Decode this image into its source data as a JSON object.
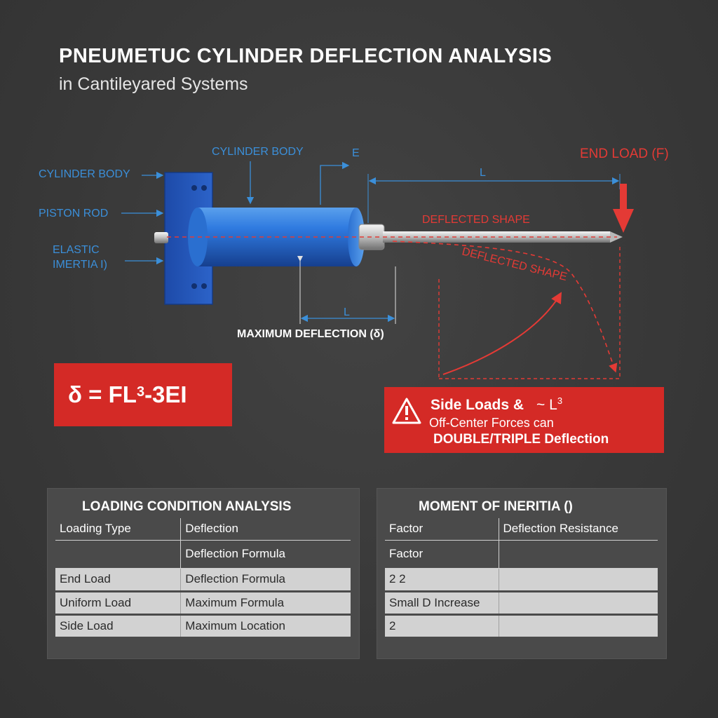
{
  "title": "PNEUMETUC CYLINDER DEFLECTION ANALYSIS",
  "subtitle": "in Cantileyared Systems",
  "diagram": {
    "labels_left": {
      "cylinder_body": "CYLINDER BODY",
      "piston_rod": "PISTON ROD",
      "elastic_line1": "ELASTIC",
      "elastic_line2": "IMERTIA I)"
    },
    "label_cylinder_body_top": "CYLINDER BODY",
    "label_e": "E",
    "label_l_top": "L",
    "label_end_load": "END LOAD (F)",
    "label_deflected_shape_1": "DEFLECTED SHAPE",
    "label_deflected_shape_2": "DEFLECTED SHAPE",
    "label_l_bottom": "L",
    "label_max_deflection": "MAXIMUM DEFLECTION (δ)",
    "colors": {
      "blue_label": "#3b8fd9",
      "red_accent": "#e43a35",
      "cylinder_blue": "#2a6fd0",
      "mount_blue": "#2456b8"
    }
  },
  "formula": {
    "main": "δ = FL",
    "sup": "3",
    "rest": "-3EI"
  },
  "warning": {
    "icon": "warning-triangle-icon",
    "line1": "Side Loads &",
    "line1_tilde": "~ L",
    "line1_sup": "3",
    "line2": "Off-Center Forces can",
    "line3": "DOUBLE/TRIPLE Deflection"
  },
  "loading_table": {
    "title": "LOADING CONDITION ANALYSIS",
    "headers": [
      "Loading Type",
      "Deflection"
    ],
    "subrow": [
      "",
      "Deflection Formula"
    ],
    "rows": [
      [
        "End Load",
        "Deflection Formula"
      ],
      [
        "Uniform Load",
        "Maximum Formula"
      ],
      [
        "Side Load",
        "Maximum Location"
      ]
    ]
  },
  "inertia_table": {
    "title": "MOMENT OF INERITIA ()",
    "headers": [
      "Factor",
      "Deflection Resistance"
    ],
    "subrow": [
      "Factor",
      ""
    ],
    "rows": [
      [
        "2 2",
        ""
      ],
      [
        "Small D Increase",
        ""
      ],
      [
        "2",
        ""
      ]
    ]
  }
}
